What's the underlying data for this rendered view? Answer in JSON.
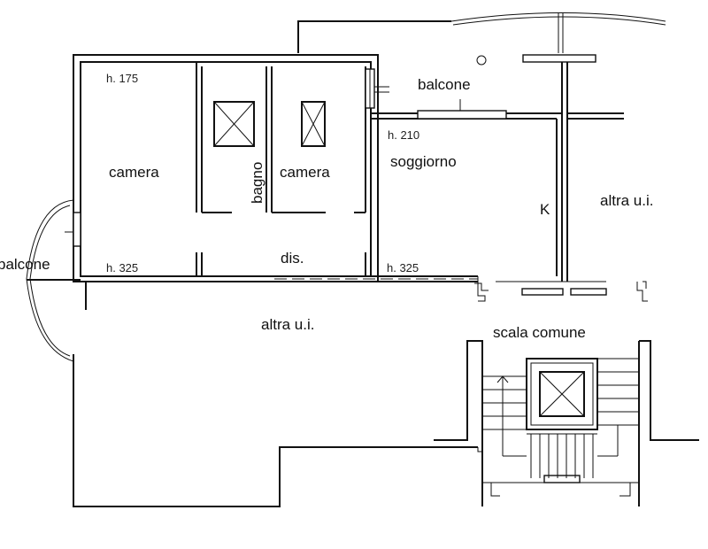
{
  "rooms": {
    "camera_left": "camera",
    "bagno": "bagno",
    "camera_right": "camera",
    "balcone_top": "balcone",
    "soggiorno": "soggiorno",
    "kitchen": "K",
    "altra_ui_right": "altra u.i.",
    "balcone_left": "balcone",
    "disimpegno": "dis.",
    "altra_ui_bottom": "altra u.i.",
    "scala_comune": "scala comune"
  },
  "heights": {
    "camera_top": "h. 175",
    "soggiorno_top": "h. 210",
    "camera_bottom": "h. 325",
    "soggiorno_bottom": "h. 325"
  },
  "colors": {
    "line": "#111111",
    "background": "#ffffff"
  }
}
